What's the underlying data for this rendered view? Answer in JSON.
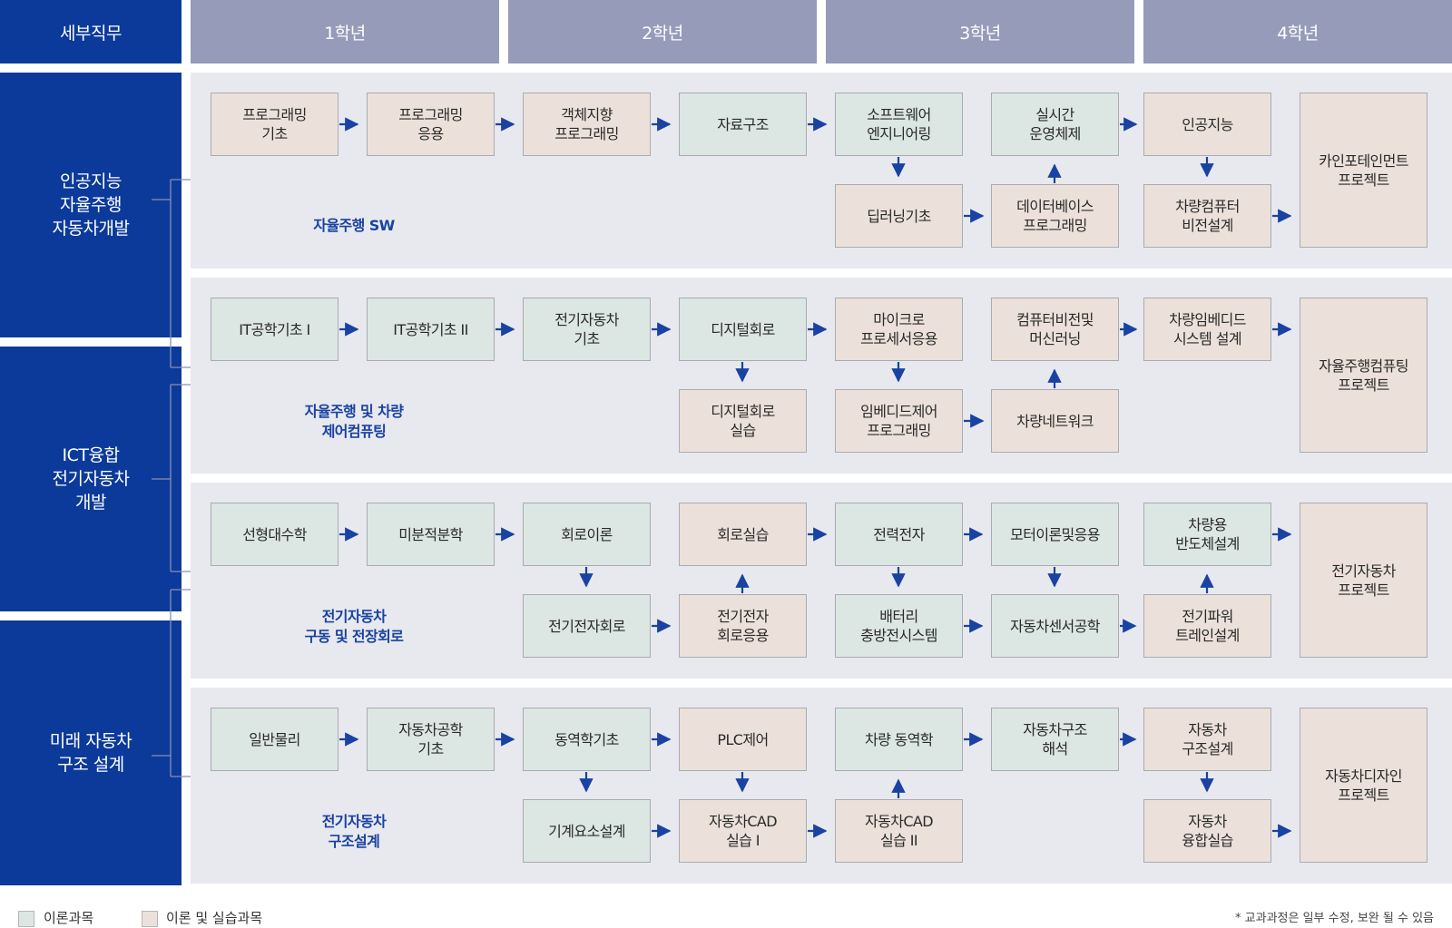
{
  "header": {
    "role_label": "세부직무",
    "years": [
      "1학년",
      "2학년",
      "3학년",
      "4학년"
    ]
  },
  "roles": [
    "인공지능\n자율주행\n자동차개발",
    "ICT융합\n전기자동차\n개발",
    "미래 자동차\n구조 설계"
  ],
  "tracks": [
    {
      "title": "자율주행 SW",
      "top": [
        {
          "label": "프로그래밍\n기초",
          "type": "theory_practice"
        },
        {
          "label": "프로그래밍\n응용",
          "type": "theory_practice"
        },
        {
          "label": "객체지향\n프로그래밍",
          "type": "theory_practice"
        },
        {
          "label": "자료구조",
          "type": "theory"
        },
        {
          "label": "소프트웨어\n엔지니어링",
          "type": "theory"
        },
        {
          "label": "실시간\n운영체제",
          "type": "theory"
        },
        {
          "label": "인공지능",
          "type": "theory_practice"
        }
      ],
      "bottom": [
        {
          "label": "딥러닝기초",
          "type": "theory_practice"
        },
        {
          "label": "데이터베이스\n프로그래밍",
          "type": "theory_practice"
        },
        {
          "label": "차량컴퓨터\n비전설계",
          "type": "theory_practice"
        }
      ],
      "capstone": {
        "label": "카인포테인먼트\n프로젝트",
        "type": "theory_practice"
      }
    },
    {
      "title": "자율주행 및 차량\n제어컴퓨팅",
      "top": [
        {
          "label": "IT공학기초 I",
          "type": "theory"
        },
        {
          "label": "IT공학기초 II",
          "type": "theory"
        },
        {
          "label": "전기자동차\n기초",
          "type": "theory"
        },
        {
          "label": "디지털회로",
          "type": "theory"
        },
        {
          "label": "마이크로\n프로세서응용",
          "type": "theory_practice"
        },
        {
          "label": "컴퓨터비전및\n머신러닝",
          "type": "theory_practice"
        },
        {
          "label": "차량임베디드\n시스템 설계",
          "type": "theory_practice"
        }
      ],
      "bottom": [
        {
          "label": "디지털회로\n실습",
          "type": "theory_practice"
        },
        {
          "label": "임베디드제어\n프로그래밍",
          "type": "theory_practice"
        },
        {
          "label": "차량네트워크",
          "type": "theory_practice"
        }
      ],
      "capstone": {
        "label": "자율주행컴퓨팅\n프로젝트",
        "type": "theory_practice"
      }
    },
    {
      "title": "전기자동차\n구동 및 전장회로",
      "top": [
        {
          "label": "선형대수학",
          "type": "theory"
        },
        {
          "label": "미분적분학",
          "type": "theory"
        },
        {
          "label": "회로이론",
          "type": "theory"
        },
        {
          "label": "회로실습",
          "type": "theory_practice"
        },
        {
          "label": "전력전자",
          "type": "theory"
        },
        {
          "label": "모터이론및응용",
          "type": "theory"
        },
        {
          "label": "차량용\n반도체설계",
          "type": "theory"
        }
      ],
      "bottom": [
        {
          "label": "전기전자회로",
          "type": "theory"
        },
        {
          "label": "전기전자\n회로응용",
          "type": "theory_practice"
        },
        {
          "label": "배터리\n충방전시스템",
          "type": "theory"
        },
        {
          "label": "자동차센서공학",
          "type": "theory"
        },
        {
          "label": "전기파워\n트레인설계",
          "type": "theory_practice"
        }
      ],
      "capstone": {
        "label": "전기자동차\n프로젝트",
        "type": "theory_practice"
      }
    },
    {
      "title": "전기자동차\n구조설계",
      "top": [
        {
          "label": "일반물리",
          "type": "theory"
        },
        {
          "label": "자동차공학\n기초",
          "type": "theory"
        },
        {
          "label": "동역학기초",
          "type": "theory"
        },
        {
          "label": "PLC제어",
          "type": "theory_practice"
        },
        {
          "label": "차량 동역학",
          "type": "theory"
        },
        {
          "label": "자동차구조\n해석",
          "type": "theory"
        },
        {
          "label": "자동차\n구조설계",
          "type": "theory_practice"
        }
      ],
      "bottom": [
        {
          "label": "기계요소설계",
          "type": "theory"
        },
        {
          "label": "자동차CAD\n실습 I",
          "type": "theory_practice"
        },
        {
          "label": "자동차CAD\n실습 II",
          "type": "theory_practice"
        },
        {
          "label": "자동차\n융합실습",
          "type": "theory_practice"
        }
      ],
      "capstone": {
        "label": "자동차디자인\n프로젝트",
        "type": "theory_practice"
      }
    }
  ],
  "legend": {
    "theory": "이론과목",
    "theory_practice": "이론 및 실습과목",
    "theory_color": "#dce6e2",
    "theory_practice_color": "#ebe1da"
  },
  "note": "* 교과과정은 일부 수정, 보완 될 수 있음",
  "colors": {
    "navy": "#0b3a9a",
    "header_gray": "#959bb8",
    "band": "#e8e9ef",
    "arrow": "#1942a2"
  }
}
